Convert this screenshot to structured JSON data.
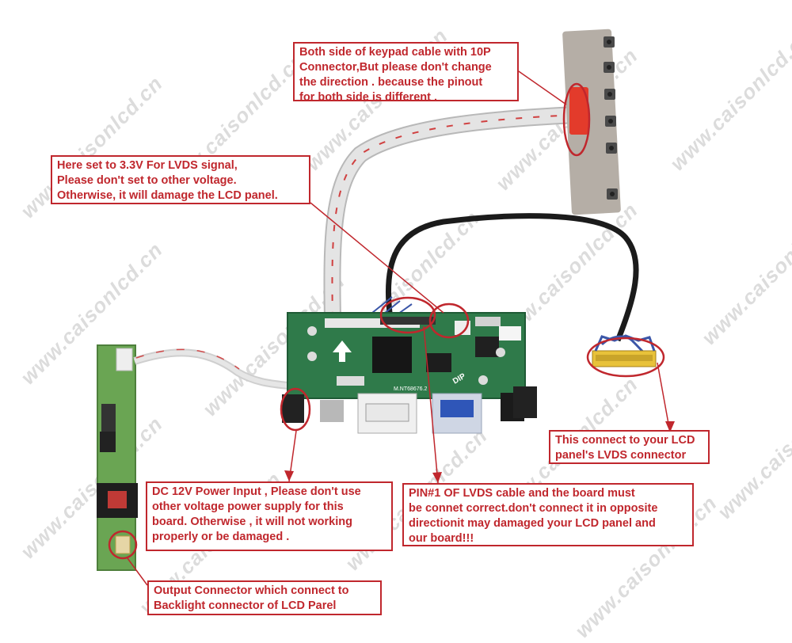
{
  "watermark": "www.caisonlcd.cn",
  "board": {
    "model_label": "M.NT68676.2",
    "dip_label": "DIP"
  },
  "colors": {
    "callout_red": "#c0272d",
    "pcb_green": "#2f7a4a",
    "inverter_green": "#5f9a4e",
    "cable_gray": "#c9c9c9",
    "lvds_yellow": "#e8c23a",
    "vga_blue": "#2f56b8"
  },
  "callouts": {
    "keypad": {
      "lines": [
        "Both side of keypad cable with 10P",
        "Connector,But please don't change",
        "the direction . because the pinout",
        "for both side is different ."
      ]
    },
    "voltage": {
      "lines": [
        "Here set to 3.3V For LVDS signal,",
        "Please don't set to other voltage.",
        "Otherwise, it will damage the LCD panel."
      ]
    },
    "lcd": {
      "lines": [
        "This connect to your LCD",
        "panel's LVDS connector"
      ]
    },
    "power": {
      "lines": [
        "DC 12V Power Input , Please don't use",
        "other voltage power supply for this",
        "board. Otherwise , it will not working",
        "properly or be damaged ."
      ]
    },
    "pin": {
      "lines": [
        "PIN#1 OF LVDS cable and the board must",
        "be connet correct.don't connect it in opposite",
        "directionit may damaged your LCD panel and",
        "our board!!!"
      ]
    },
    "backlight": {
      "lines": [
        "Output Connector which connect to",
        "Backlight connector of LCD Parel"
      ]
    }
  }
}
